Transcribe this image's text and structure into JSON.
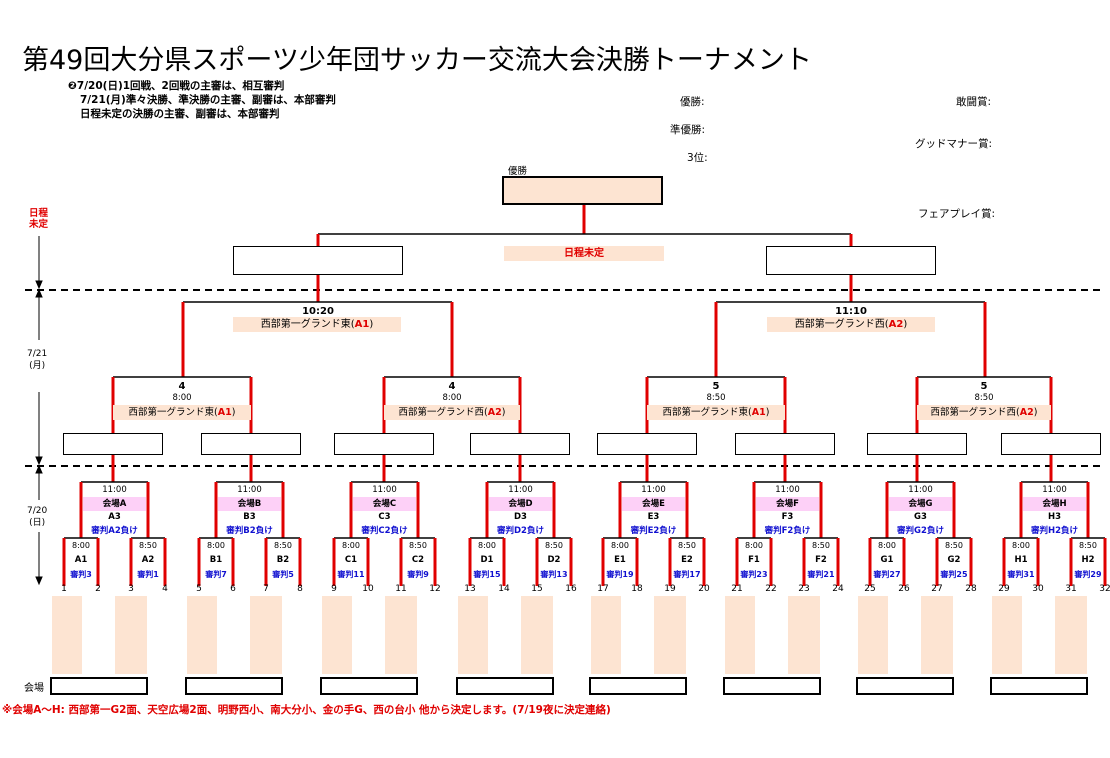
{
  "title": "第49回大分県スポーツ少年団サッカー交流大会決勝トーナメント",
  "notes": [
    "❷7/20(日)1回戦、2回戦の主審は、相互審判",
    "7/21(月)準々決勝、準決勝の主審、副審は、本部審判",
    "日程未定の決勝の主審、副審は、本部審判"
  ],
  "awards": {
    "winner": "優勝:",
    "runner_up": "準優勝:",
    "third": "3位:",
    "fighting_spirit": "敢闘賞:",
    "good_manner": "グッドマナー賞:",
    "fair_play": "フェアプレイ賞:"
  },
  "final": {
    "label": "優勝",
    "schedule": "日程未定"
  },
  "side_dates": {
    "undecided": "日程\n未定",
    "d721": "7/21\n(月)",
    "d720": "7/20\n(日)"
  },
  "semis": [
    {
      "time": "10:20",
      "venue": "西部第一グランド東(",
      "code": "A1",
      "close": ")"
    },
    {
      "time": "11:10",
      "venue": "西部第一グランド西(",
      "code": "A2",
      "close": ")"
    }
  ],
  "quarters": [
    {
      "num": "4",
      "time": "8:00",
      "venue": "西部第一グランド東(",
      "code": "A1",
      "close": ")"
    },
    {
      "num": "4",
      "time": "8:00",
      "venue": "西部第一グランド西(",
      "code": "A2",
      "close": ")"
    },
    {
      "num": "5",
      "time": "8:50",
      "venue": "西部第一グランド東(",
      "code": "A1",
      "close": ")"
    },
    {
      "num": "5",
      "time": "8:50",
      "venue": "西部第一グランド西(",
      "code": "A2",
      "close": ")"
    }
  ],
  "groups": [
    {
      "time": "11:00",
      "venue": "会場A",
      "match": "A3",
      "ref": "審判A2負け",
      "m1": "A1",
      "m2": "A2",
      "r1": "審判3",
      "r2": "審判1"
    },
    {
      "time": "11:00",
      "venue": "会場B",
      "match": "B3",
      "ref": "審判B2負け",
      "m1": "B1",
      "m2": "B2",
      "r1": "審判7",
      "r2": "審判5"
    },
    {
      "time": "11:00",
      "venue": "会場C",
      "match": "C3",
      "ref": "審判C2負け",
      "m1": "C1",
      "m2": "C2",
      "r1": "審判11",
      "r2": "審判9"
    },
    {
      "time": "11:00",
      "venue": "会場D",
      "match": "D3",
      "ref": "審判D2負け",
      "m1": "D1",
      "m2": "D2",
      "r1": "審判15",
      "r2": "審判13"
    },
    {
      "time": "11:00",
      "venue": "会場E",
      "match": "E3",
      "ref": "審判E2負け",
      "m1": "E1",
      "m2": "E2",
      "r1": "審判19",
      "r2": "審判17"
    },
    {
      "time": "11:00",
      "venue": "会場F",
      "match": "F3",
      "ref": "審判F2負け",
      "m1": "F1",
      "m2": "F2",
      "r1": "審判23",
      "r2": "審判21"
    },
    {
      "time": "11:00",
      "venue": "会場G",
      "match": "G3",
      "ref": "審判G2負け",
      "m1": "G1",
      "m2": "G2",
      "r1": "審判27",
      "r2": "審判25"
    },
    {
      "time": "11:00",
      "venue": "会場H",
      "match": "H3",
      "ref": "審判H2負け",
      "m1": "H1",
      "m2": "H2",
      "r1": "審判31",
      "r2": "審判29"
    }
  ],
  "round1_times": {
    "early": "8:00",
    "late": "8:50"
  },
  "team_numbers": [
    "1",
    "2",
    "3",
    "4",
    "5",
    "6",
    "7",
    "8",
    "9",
    "10",
    "11",
    "12",
    "13",
    "14",
    "15",
    "16",
    "17",
    "18",
    "19",
    "20",
    "21",
    "22",
    "23",
    "24",
    "25",
    "26",
    "27",
    "28",
    "29",
    "30",
    "31",
    "32"
  ],
  "venue_row_label": "会場",
  "footer": "※会場A〜H:  西部第一G2面、天空広場2面、明野西小、南大分小、金の手G、西の台小  他から決定します。(7/19夜に決定連絡)"
}
